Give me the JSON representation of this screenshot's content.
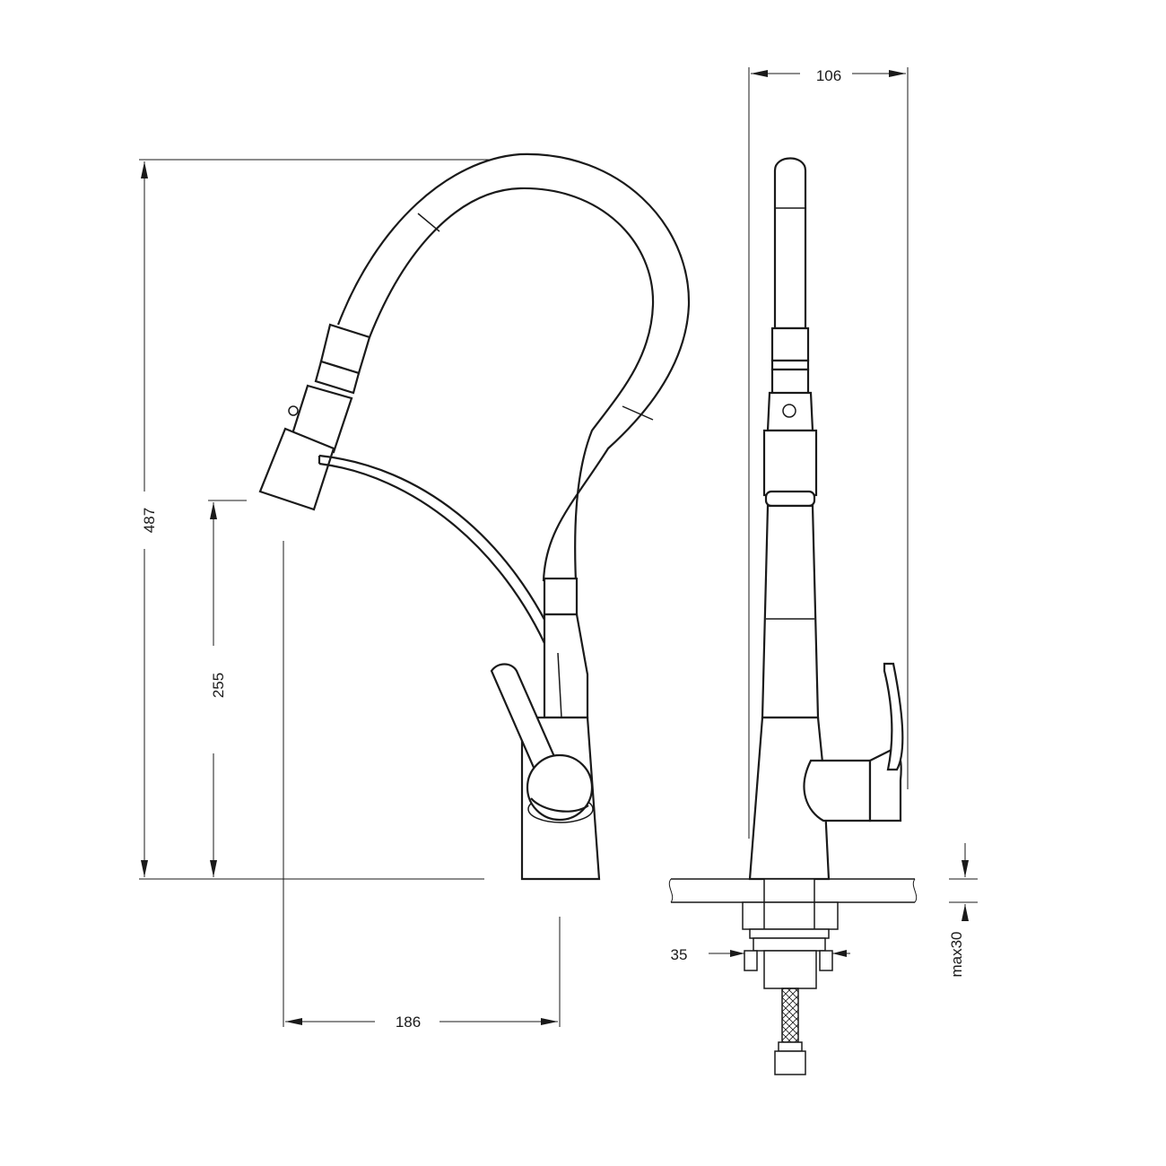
{
  "dimensions": {
    "total_height": "487",
    "spout_height": "255",
    "spout_reach": "186",
    "side_width": "106",
    "hole_diameter": "35",
    "max_counter_thickness": "max30"
  },
  "colors": {
    "line": "#1a1a1a",
    "background": "#ffffff"
  }
}
